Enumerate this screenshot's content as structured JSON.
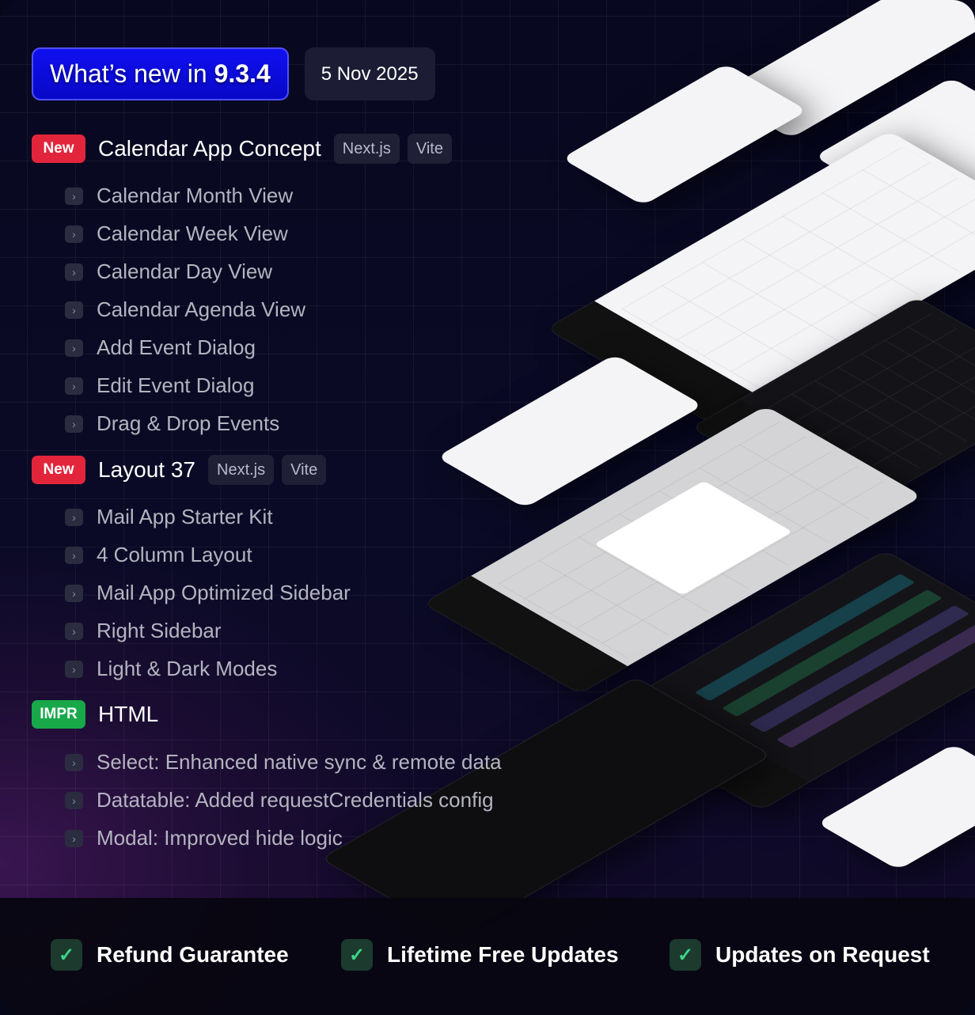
{
  "header": {
    "version_prefix": "What’s new in",
    "version": "9.3.4",
    "date": "5 Nov 2025"
  },
  "sections": [
    {
      "badge": "New",
      "title": "Calendar App Concept",
      "tags": [
        "Next.js",
        "Vite"
      ],
      "items": [
        "Calendar Month View",
        "Calendar Week View",
        "Calendar Day View",
        "Calendar Agenda View",
        "Add Event Dialog",
        "Edit Event Dialog",
        "Drag & Drop Events"
      ]
    },
    {
      "badge": "New",
      "title": "Layout 37",
      "tags": [
        "Next.js",
        "Vite"
      ],
      "items": [
        "Mail App Starter Kit",
        "4 Column Layout",
        "Mail App Optimized Sidebar",
        "Right Sidebar",
        "Light & Dark Modes"
      ]
    },
    {
      "badge": "IMPR",
      "title": "HTML",
      "tags": [],
      "items": [
        "Select: Enhanced native sync & remote data",
        "Datatable: Added requestCredentials config",
        "Modal: Improved hide logic"
      ]
    }
  ],
  "features": [
    "Refund Guarantee",
    "Lifetime Free Updates",
    "Updates on Request"
  ],
  "colors": {
    "new_badge": "#e3253c",
    "impr_badge": "#18a84a",
    "version_badge": "#1010f0",
    "check": "#3ed58a"
  },
  "icons": {
    "list_bullet": "chevron-right-icon",
    "feature": "check-icon"
  }
}
